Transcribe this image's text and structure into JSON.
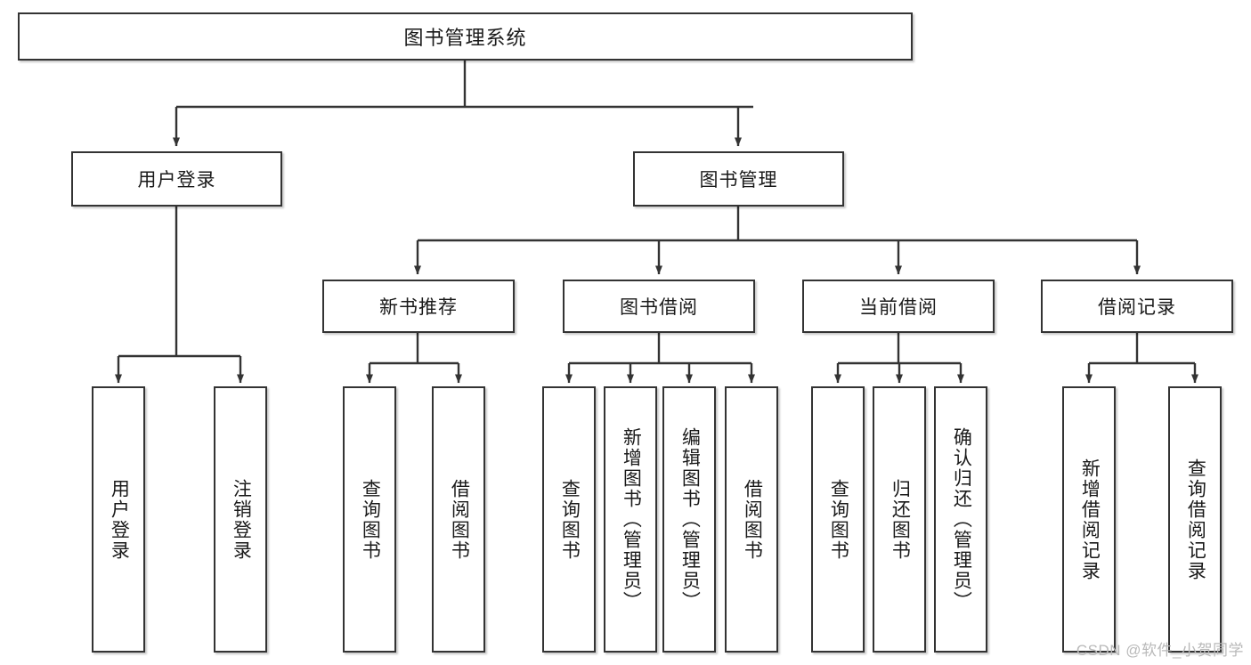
{
  "diagram": {
    "type": "tree-hierarchy",
    "title": "图书管理系统",
    "watermark": "CSDN @软件_小贺同学",
    "colors": {
      "background": "#ffffff",
      "box_border": "#333333",
      "box_fill": "#ffffff",
      "connector": "#333333",
      "text": "#1a1a1a",
      "watermark": "#b9b9b9"
    },
    "nodes": {
      "root": {
        "label": "图书管理系统",
        "level": 1
      },
      "user_login": {
        "label": "用户登录",
        "level": 2
      },
      "book_manage": {
        "label": "图书管理",
        "level": 2
      },
      "new_book_recommend": {
        "label": "新书推荐",
        "level": 3
      },
      "book_borrow": {
        "label": "图书借阅",
        "level": 3
      },
      "current_borrow": {
        "label": "当前借阅",
        "level": 3
      },
      "borrow_record": {
        "label": "借阅记录",
        "level": 3
      },
      "leaf_user_login": {
        "label": "用户登录",
        "level": 3,
        "orientation": "vertical"
      },
      "leaf_logout_login": {
        "label": "注销登录",
        "level": 3,
        "orientation": "vertical"
      },
      "leaf_query_book_1": {
        "label": "查询图书",
        "level": 4,
        "orientation": "vertical"
      },
      "leaf_borrow_book_1": {
        "label": "借阅图书",
        "level": 4,
        "orientation": "vertical"
      },
      "leaf_query_book_2": {
        "label": "查询图书",
        "level": 4,
        "orientation": "vertical"
      },
      "leaf_add_book": {
        "label": "新增图书（管理员）",
        "level": 4,
        "orientation": "vertical"
      },
      "leaf_edit_book": {
        "label": "编辑图书（管理员）",
        "level": 4,
        "orientation": "vertical"
      },
      "leaf_borrow_book_2": {
        "label": "借阅图书",
        "level": 4,
        "orientation": "vertical"
      },
      "leaf_query_book_3": {
        "label": "查询图书",
        "level": 4,
        "orientation": "vertical"
      },
      "leaf_return_book": {
        "label": "归还图书",
        "level": 4,
        "orientation": "vertical"
      },
      "leaf_confirm_return": {
        "label": "确认归还（管理员）",
        "level": 4,
        "orientation": "vertical"
      },
      "leaf_add_record": {
        "label": "新增借阅记录",
        "level": 4,
        "orientation": "vertical"
      },
      "leaf_query_record": {
        "label": "查询借阅记录",
        "level": 4,
        "orientation": "vertical"
      }
    },
    "edges": [
      {
        "from": "root",
        "to": "user_login"
      },
      {
        "from": "root",
        "to": "book_manage"
      },
      {
        "from": "user_login",
        "to": "leaf_user_login"
      },
      {
        "from": "user_login",
        "to": "leaf_logout_login"
      },
      {
        "from": "book_manage",
        "to": "new_book_recommend"
      },
      {
        "from": "book_manage",
        "to": "book_borrow"
      },
      {
        "from": "book_manage",
        "to": "current_borrow"
      },
      {
        "from": "book_manage",
        "to": "borrow_record"
      },
      {
        "from": "new_book_recommend",
        "to": "leaf_query_book_1"
      },
      {
        "from": "new_book_recommend",
        "to": "leaf_borrow_book_1"
      },
      {
        "from": "book_borrow",
        "to": "leaf_query_book_2"
      },
      {
        "from": "book_borrow",
        "to": "leaf_add_book"
      },
      {
        "from": "book_borrow",
        "to": "leaf_edit_book"
      },
      {
        "from": "book_borrow",
        "to": "leaf_borrow_book_2"
      },
      {
        "from": "current_borrow",
        "to": "leaf_query_book_3"
      },
      {
        "from": "current_borrow",
        "to": "leaf_return_book"
      },
      {
        "from": "current_borrow",
        "to": "leaf_confirm_return"
      },
      {
        "from": "borrow_record",
        "to": "leaf_add_record"
      },
      {
        "from": "borrow_record",
        "to": "leaf_query_record"
      }
    ]
  }
}
